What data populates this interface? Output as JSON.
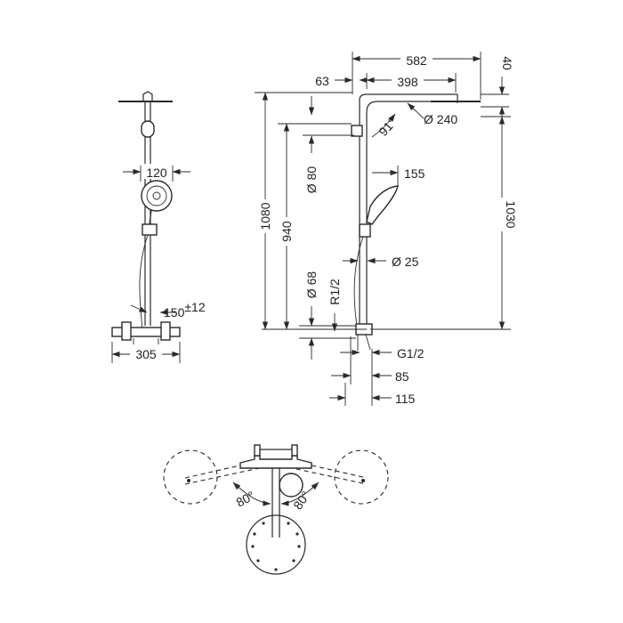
{
  "front_view": {
    "head_width": "120",
    "bar_spacing": "150",
    "bar_spacing_tolerance": "±12",
    "mixer_width": "305"
  },
  "side_view": {
    "overall_depth": "582",
    "arm_offset": "63",
    "arm_length": "398",
    "head_thickness": "40",
    "arm_angle": "91°",
    "head_diameter": "Ø 240",
    "total_height": "1080",
    "arm_height": "940",
    "head_height": "1030",
    "holder_diameter": "Ø 80",
    "handshower_reach": "155",
    "bar_diameter": "Ø 25",
    "bracket_diameter": "Ø 68",
    "inlet_thread": "R1/2",
    "outlet_thread": "G1/2",
    "wall_offset_min": "85",
    "wall_offset_max": "115"
  },
  "top_view": {
    "swivel_left": "80°",
    "swivel_right": "80°"
  }
}
